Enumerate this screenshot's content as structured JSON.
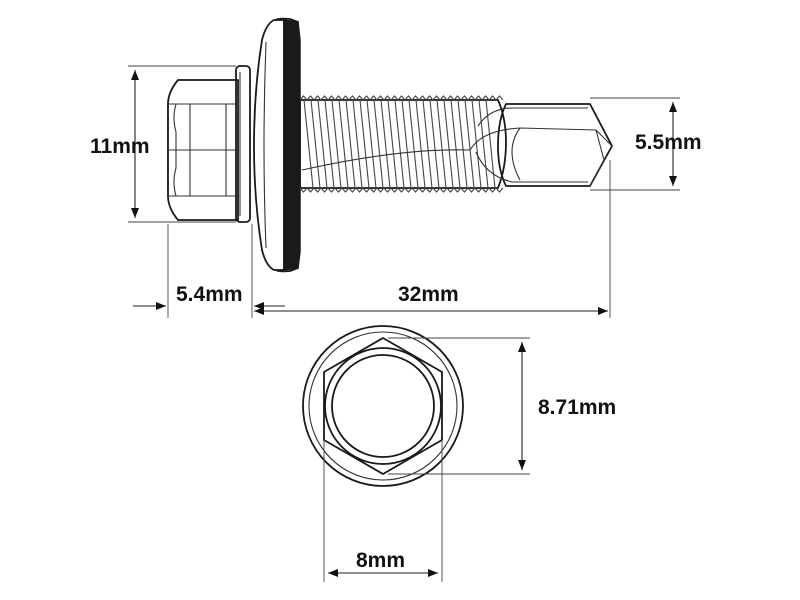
{
  "dimensions": {
    "head_height": "11mm",
    "head_width": "5.4mm",
    "shaft_length": "32mm",
    "drill_diameter": "5.5mm",
    "hex_across_flats": "8.71mm",
    "hex_width": "8mm"
  },
  "colors": {
    "line": "#1a1a1a",
    "washer_seal": "#1a1a1a",
    "background": "#ffffff"
  }
}
